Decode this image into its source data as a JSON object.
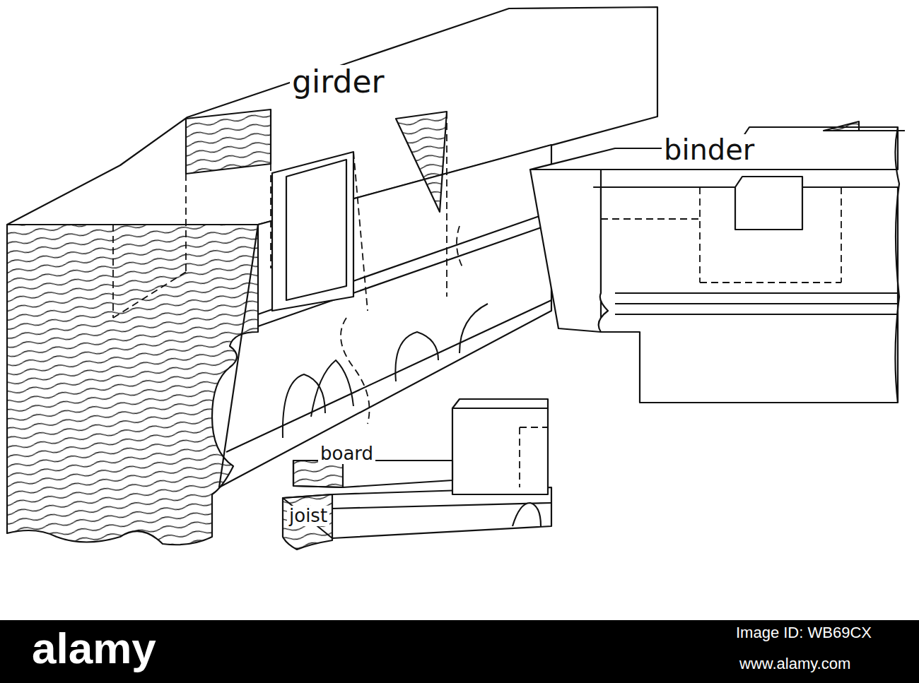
{
  "diagram": {
    "labels": [
      "girder",
      "binder",
      "board",
      "joist",
      "alamy",
      "Image ID: WB69CX",
      "www.alamy.com"
    ]
  }
}
